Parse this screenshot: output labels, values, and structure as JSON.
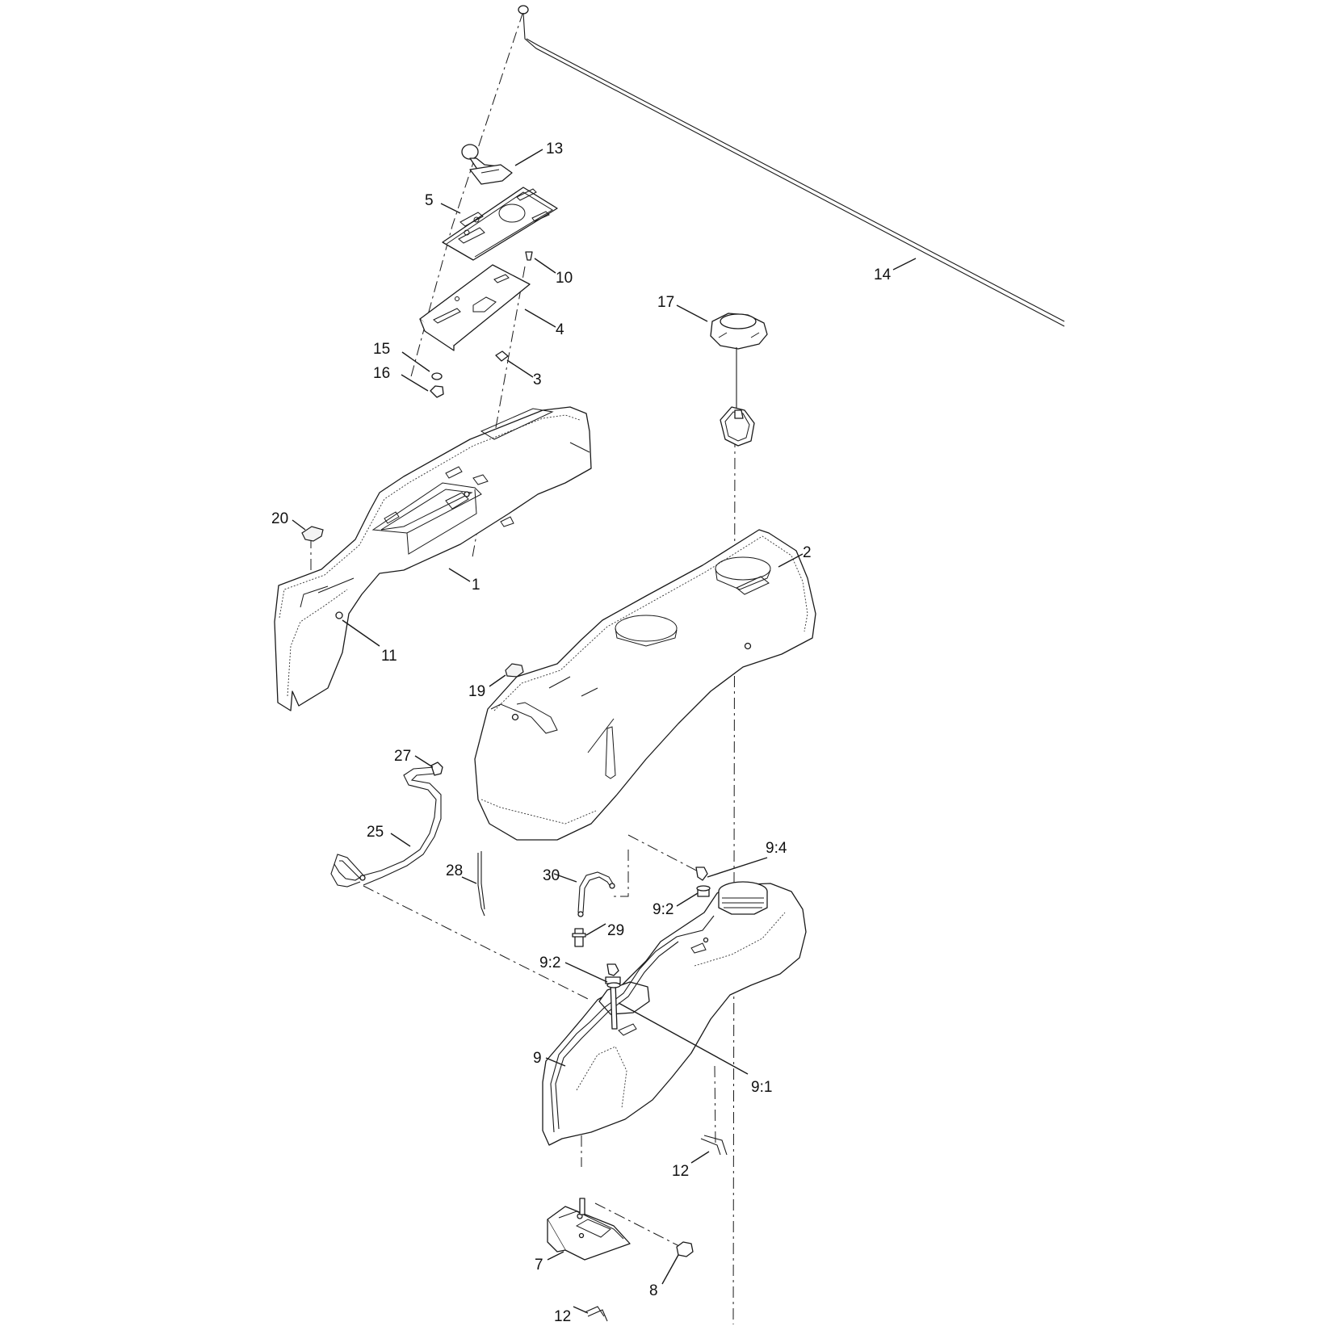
{
  "callouts": {
    "c1": "1",
    "c2": "2",
    "c3": "3",
    "c4": "4",
    "c5": "5",
    "c7": "7",
    "c8": "8",
    "c9": "9",
    "c91": "9:1",
    "c92a": "9:2",
    "c92b": "9:2",
    "c94": "9:4",
    "c10": "10",
    "c11": "11",
    "c12a": "12",
    "c12b": "12",
    "c13": "13",
    "c14": "14",
    "c15": "15",
    "c16": "16",
    "c17": "17",
    "c19": "19",
    "c20": "20",
    "c25": "25",
    "c27": "27",
    "c28": "28",
    "c29": "29",
    "c30": "30"
  }
}
